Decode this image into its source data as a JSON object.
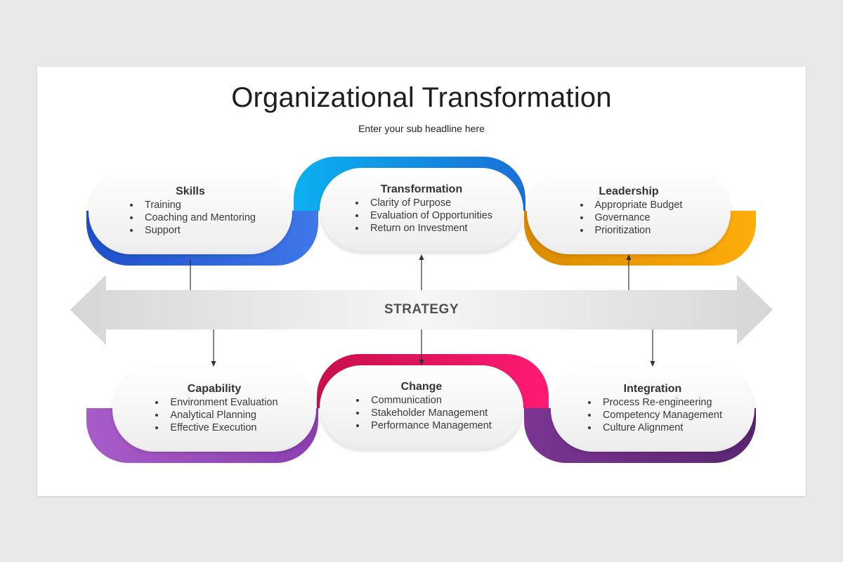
{
  "title": "Organizational Transformation",
  "subtitle": "Enter your sub headline here",
  "center_label": "STRATEGY",
  "colors": {
    "skills": "#2f5fd6",
    "transformation": "#1aa3ea",
    "leadership": "#f5a000",
    "capability": "#9b4fc0",
    "change": "#e5145f",
    "integration": "#7d3a96",
    "arrow": "#e0e0e0"
  },
  "cards": [
    {
      "id": "skills",
      "title": "Skills",
      "items": [
        "Training",
        "Coaching and Mentoring",
        "Support"
      ]
    },
    {
      "id": "transformation",
      "title": "Transformation",
      "items": [
        "Clarity of Purpose",
        "Evaluation of Opportunities",
        "Return on Investment"
      ]
    },
    {
      "id": "leadership",
      "title": "Leadership",
      "items": [
        "Appropriate Budget",
        "Governance",
        "Prioritization"
      ]
    },
    {
      "id": "capability",
      "title": "Capability",
      "items": [
        "Environment Evaluation",
        "Analytical Planning",
        "Effective Execution"
      ]
    },
    {
      "id": "change",
      "title": "Change",
      "items": [
        "Communication",
        "Stakeholder Management",
        "Performance Management"
      ]
    },
    {
      "id": "integration",
      "title": "Integration",
      "items": [
        "Process Re-engineering",
        "Competency Management",
        "Culture Alignment"
      ]
    }
  ]
}
